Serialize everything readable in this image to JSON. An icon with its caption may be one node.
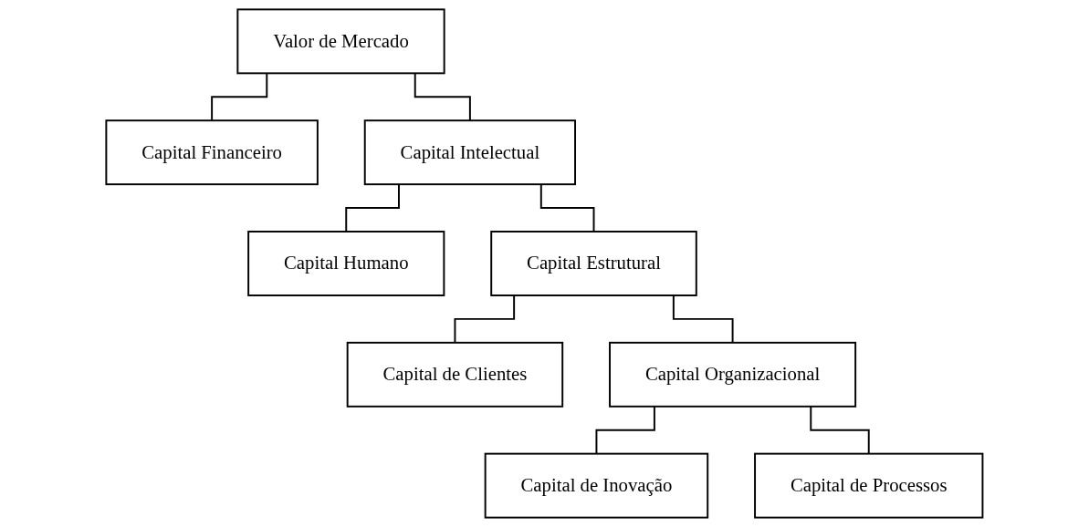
{
  "diagram": {
    "nodes": [
      {
        "text": [
          "Valor de Mercado"
        ]
      },
      {
        "text": [
          "Capital Financeiro"
        ]
      },
      {
        "text": [
          "Capital Intelectual"
        ]
      },
      {
        "text": [
          "Capital Humano"
        ]
      },
      {
        "text": [
          "Capital Estrutural"
        ]
      },
      {
        "text": [
          "Capital de Clientes"
        ]
      },
      {
        "text": [
          "Capital Organizacional"
        ]
      },
      {
        "text": [
          "Capital de Inovação"
        ]
      },
      {
        "text": [
          "Capital de Processos"
        ]
      }
    ],
    "edges": [
      {
        "from": 0,
        "to": 1,
        "arrow": "none"
      },
      {
        "from": 0,
        "to": 2,
        "arrow": "none"
      },
      {
        "from": 2,
        "to": 3,
        "arrow": "none"
      },
      {
        "from": 2,
        "to": 4,
        "arrow": "none"
      },
      {
        "from": 4,
        "to": 5,
        "arrow": "none"
      },
      {
        "from": 4,
        "to": 6,
        "arrow": "none"
      },
      {
        "from": 6,
        "to": 7,
        "arrow": "none"
      },
      {
        "from": 6,
        "to": 8,
        "arrow": "none"
      }
    ]
  }
}
